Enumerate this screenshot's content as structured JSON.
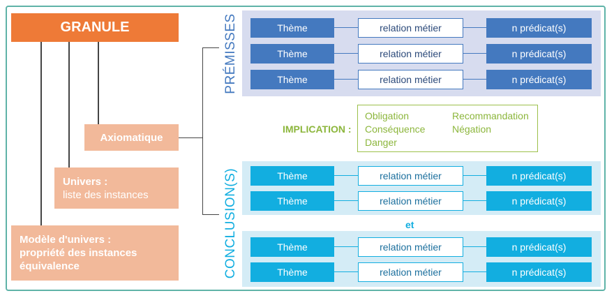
{
  "left": {
    "granule": "GRANULE",
    "axiomatique": "Axiomatique",
    "univers": [
      "Univers :",
      "liste des instances"
    ],
    "modele": [
      "Modèle d'univers :",
      "propriété des instances",
      "équivalence"
    ]
  },
  "premisses": {
    "label": "PRÉMISSES",
    "rows": [
      {
        "theme": "Thème",
        "relation": "relation métier",
        "predicat": "n prédicat(s)"
      },
      {
        "theme": "Thème",
        "relation": "relation métier",
        "predicat": "n prédicat(s)"
      },
      {
        "theme": "Thème",
        "relation": "relation métier",
        "predicat": "n prédicat(s)"
      }
    ]
  },
  "implication": {
    "label": "IMPLICATION :",
    "items": [
      "Obligation",
      "Conséquence",
      "Danger",
      "Recommandation",
      "Négation"
    ]
  },
  "conclusions": {
    "label": "CONCLUSION(S)",
    "separator": "et",
    "group1": [
      {
        "theme": "Thème",
        "relation": "relation métier",
        "predicat": "n prédicat(s)"
      },
      {
        "theme": "Thème",
        "relation": "relation métier",
        "predicat": "n prédicat(s)"
      }
    ],
    "group2": [
      {
        "theme": "Thème",
        "relation": "relation métier",
        "predicat": "n prédicat(s)"
      },
      {
        "theme": "Thème",
        "relation": "relation métier",
        "predicat": "n prédicat(s)"
      }
    ]
  },
  "colors": {
    "orange": "#ee7a37",
    "peach": "#f2b99a",
    "premisses_blue": "#4479bf",
    "conclusion_cyan": "#12aee0",
    "implication_green": "#8cb63c",
    "frame": "#5fb3a8"
  }
}
